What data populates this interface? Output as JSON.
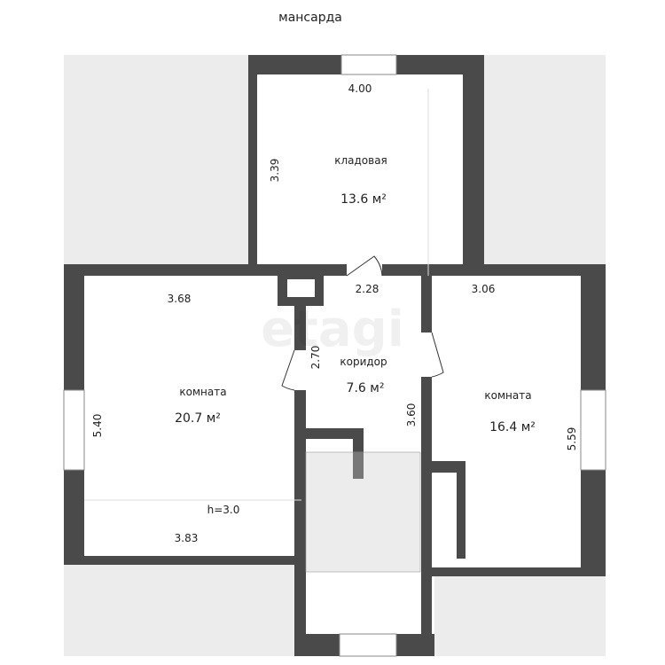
{
  "title": "мансарда",
  "watermark": "etagi",
  "rooms": [
    {
      "name": "кладовая",
      "area": "13.6 м²",
      "dims": [
        "4.00",
        "3.39"
      ]
    },
    {
      "name": "комната",
      "area": "20.7 м²",
      "dims": [
        "3.68",
        "5.40",
        "3.83"
      ],
      "height": "h=3.0"
    },
    {
      "name": "коридор",
      "area": "7.6 м²",
      "dims": [
        "2.28",
        "2.70",
        "3.60"
      ]
    },
    {
      "name": "комната",
      "area": "16.4 м²",
      "dims": [
        "3.06",
        "5.59"
      ]
    }
  ],
  "colors": {
    "wall": "#4a4a4a",
    "outside": "#ececec"
  }
}
